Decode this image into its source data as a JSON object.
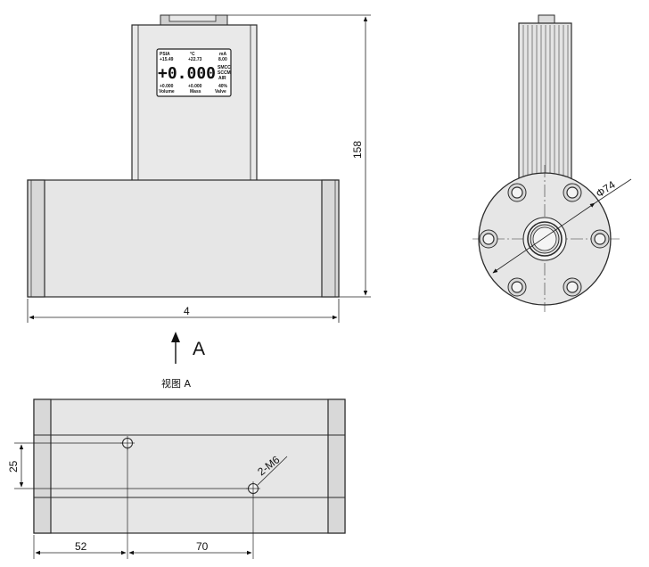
{
  "colors": {
    "body": "#e6e6e6",
    "face": "#efefef",
    "line": "#2b2b2b",
    "lcd_bg": "#ffffff"
  },
  "dimensions": {
    "height": "158",
    "width": "4",
    "flange_dia": "Φ74",
    "hole_spacing_y": "25",
    "offset_x": "52",
    "hole_spacing_x": "70",
    "threads": "2-M6"
  },
  "labels": {
    "view_arrow": "A",
    "view_caption": "视图 A"
  },
  "lcd": {
    "unit_left": "PSIA",
    "unit_mid": "°C",
    "unit_right": "mA",
    "val_left": "+15.49",
    "val_mid": "+22.73",
    "val_right": "8.00",
    "main_value": "+0.000",
    "side1": "SMCC",
    "side2": "SCCM",
    "side3": "AIR",
    "bot_val_left": "+0.000",
    "bot_val_mid": "+0.000",
    "bot_val_right": "40%",
    "bot_label_left": "Volume",
    "bot_label_mid": "Mass",
    "bot_label_right": "Valve"
  }
}
